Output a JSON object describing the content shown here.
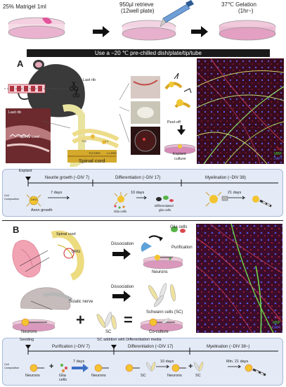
{
  "top_steps": {
    "step1": "25% Matrigel 1ml",
    "step2_line1": "950µl retrieve",
    "step2_line2": "(12well plate)",
    "step3_line1": "37℃ Gelation",
    "step3_line2": "(1hr~)",
    "banner": "Use a −20 ℃ pre-chilled dish/plate/tip/tube"
  },
  "panel_a": {
    "letter": "A",
    "last_rib": "Last rib",
    "last_rib_photo": "Last rib",
    "spinal_cord_photo": "Spinal cord",
    "spinal_cord": "Spinal cord",
    "t13": "T13",
    "l1": "L1",
    "t13_drg": "T13 DRG",
    "l1_drg": "L1 DRG",
    "peel_off": "Peel-off",
    "explant_culture_1": "Explant",
    "explant_culture_2": "culture",
    "micro_legend": [
      "TuJ",
      "MBP",
      "DAPI"
    ]
  },
  "timeline_a": {
    "explant": "Explant",
    "cell_comp_1": "Cell",
    "cell_comp_2": "Composition",
    "phase1": "Neurite growth (~DIV 7)",
    "phase2": "Differentiation (~DIV 17)",
    "phase3": "Myelination (~DIV 38)",
    "days1": "7 days",
    "days2": "10 days",
    "days3": "21 days",
    "drg": "DRG",
    "axon": "Axon growth",
    "glia": "Glia cells",
    "diff_glia_1": "Differentiated",
    "diff_glia_2": "glia cells"
  },
  "panel_b": {
    "letter": "B",
    "spinal_cord": "Spinal cord",
    "drg": "DRG",
    "dissociation1": "Dissociation",
    "dissociation2": "Dissociation",
    "glia_cells": "Glia cells",
    "purification": "Purification",
    "neurons": "Neurons",
    "sciatic_nerve": "Sciatic nerve",
    "schwann": "Schwann cells (SC)",
    "neurons_bottom": "Neurons",
    "sc": "SC",
    "coculture": "Co-culture",
    "plus": "+",
    "equals": "=",
    "micro_legend": [
      "TuJ",
      "MBP",
      "DAPI"
    ]
  },
  "timeline_b": {
    "seeding": "Seeding",
    "sc_add": "SC addition with Differentiation media",
    "cell_comp_1": "Cell",
    "cell_comp_2": "Composition",
    "phase1": "Purification (~DIV 7)",
    "phase2": "Differentiation (~DIV 17)",
    "phase3": "Myelination (~DIV 38~)",
    "days1": "7 days",
    "days2": "10 days",
    "days3": "Min. 21 days",
    "neurons1": "Neurons",
    "glia_1": "Glia",
    "glia_2": "cells",
    "neurons2": "Neurons",
    "neurons3": "Neurons",
    "sc1": "SC",
    "sc2": "SC",
    "plus1": "+",
    "plus2": "+"
  }
}
